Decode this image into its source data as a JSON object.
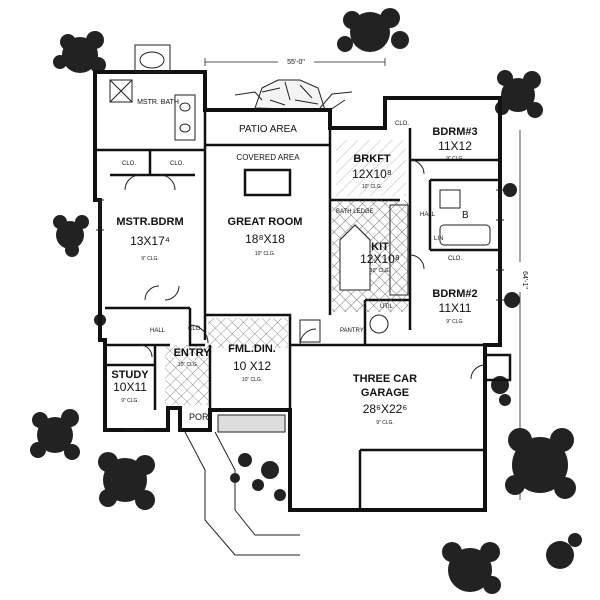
{
  "dimensions": {
    "width": "55'-0\"",
    "depth": "64'-1\""
  },
  "rooms": {
    "mstr_bath": {
      "name": "MSTR. BATH"
    },
    "patio": {
      "name": "PATIO AREA"
    },
    "covered": {
      "name": "COVERED AREA"
    },
    "brkft": {
      "name": "BRKFT",
      "dim": "12X10⁸",
      "clg": "10\" CLG."
    },
    "bdrm3": {
      "name": "BDRM#3",
      "dim": "11X12",
      "clg": "9\" CLG."
    },
    "mstr_bdrm": {
      "name": "MSTR.BDRM",
      "dim": "13X17⁴",
      "clg": "9\" CLG."
    },
    "great": {
      "name": "GREAT ROOM",
      "dim": "18⁸X18",
      "clg": "10\" CLG."
    },
    "kit": {
      "name": "KIT",
      "dim": "12X10⁸",
      "clg": "10\" CLG."
    },
    "bdrm2": {
      "name": "BDRM#2",
      "dim": "11X11",
      "clg": "9\" CLG."
    },
    "study": {
      "name": "STUDY",
      "dim": "10X11",
      "clg": "9\" CLG."
    },
    "entry": {
      "name": "ENTRY",
      "clg": "10\" CLG."
    },
    "fml_din": {
      "name": "FML.DIN.",
      "dim": "10 X12",
      "clg": "10\" CLG."
    },
    "garage": {
      "name_line1": "THREE CAR",
      "name_line2": "GARAGE",
      "dim": "28⁶X22⁶",
      "clg": "9\" CLG."
    },
    "por": {
      "name": "POR."
    }
  },
  "small_labels": {
    "clo": "CLO.",
    "hall": "HALL",
    "bath_ledge": "BATH LEDGE",
    "pantry": "PANTRY",
    "util": "UTIL",
    "lin": "LIN",
    "b": "B"
  }
}
